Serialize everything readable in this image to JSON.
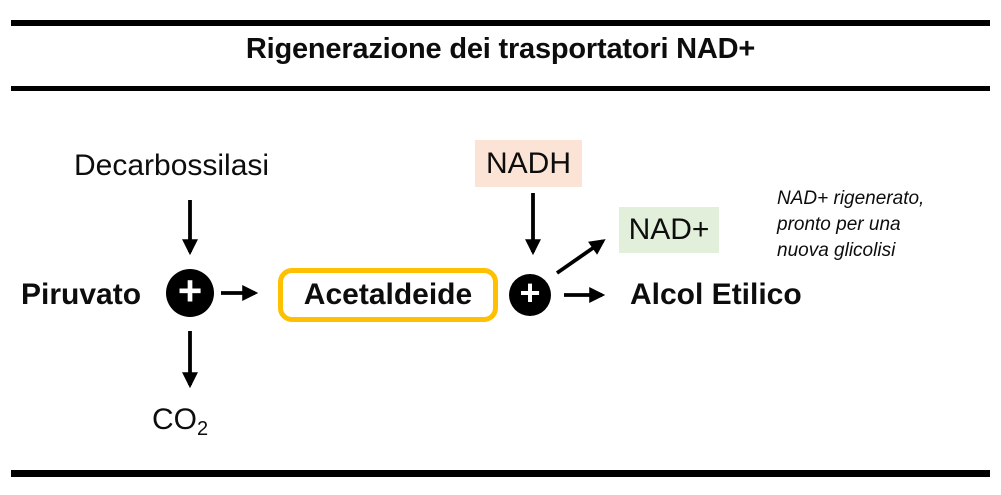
{
  "header": {
    "title": "Rigenerazione dei trasportatori NAD+"
  },
  "diagram": {
    "enzyme_label": "Decarbossilasi",
    "piruvato": "Piruvato",
    "plus": "+",
    "acetaldeide": "Acetaldeide",
    "co2": {
      "base": "CO",
      "sub": "2"
    },
    "nadh": "NADH",
    "nad_plus": "NAD+",
    "alcol_etilico": "Alcol Etilico",
    "annotation": {
      "line1": "NAD+ rigenerato,",
      "line2": "pronto per una",
      "line3": "nuova glicolisi"
    }
  },
  "colors": {
    "highlight_border": "#FFC000",
    "nadh_background": "#FBE3D5",
    "nad_background": "#E2EFDA",
    "ink": "#0D0D0D"
  }
}
